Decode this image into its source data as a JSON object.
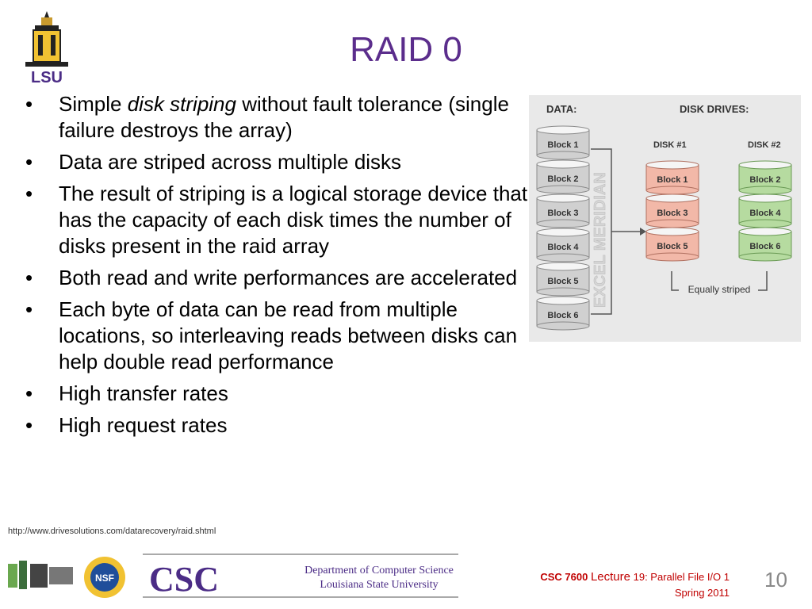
{
  "slide": {
    "title": "RAID 0",
    "bullets": [
      {
        "before": "Simple ",
        "em": "disk striping",
        "after": " without fault tolerance (single failure destroys the array)"
      },
      {
        "text": "Data are striped across multiple disks"
      },
      {
        "text": "The result of striping is a logical storage device that has the capacity of each disk times the number of disks present in the raid array"
      },
      {
        "text": "Both read and write performances are accelerated"
      },
      {
        "text": "Each byte of data can be read from multiple locations, so interleaving reads between disks can help double read performance"
      },
      {
        "text": "High transfer rates"
      },
      {
        "text": "High request rates"
      }
    ],
    "source": "http://www.drivesolutions.com/datarecovery/raid.shtml"
  },
  "diagram": {
    "data_label": "DATA:",
    "drives_label": "DISK DRIVES:",
    "data_blocks": [
      "Block 1",
      "Block 2",
      "Block 3",
      "Block 4",
      "Block 5",
      "Block 6"
    ],
    "disk1": {
      "label": "DISK #1",
      "blocks": [
        "Block 1",
        "Block 3",
        "Block 5"
      ]
    },
    "disk2": {
      "label": "DISK #2",
      "blocks": [
        "Block 2",
        "Block 4",
        "Block 6"
      ]
    },
    "watermark": "EXCEL MERIDIAN",
    "striped_label": "Equally striped",
    "colors": {
      "data": "#d0d0d0",
      "disk1": "#f2b8a8",
      "disk2": "#b6dba0",
      "bg": "#e9e9e9"
    }
  },
  "footer": {
    "csc": "CSC",
    "dept_line1": "Department of Computer Science",
    "dept_line2": "Louisiana State University",
    "lsu": "LSU",
    "course": "CSC 7600",
    "lecture": "Lecture",
    "topic": "19: Parallel File I/O 1",
    "term": "Spring 2011",
    "page": "10"
  }
}
